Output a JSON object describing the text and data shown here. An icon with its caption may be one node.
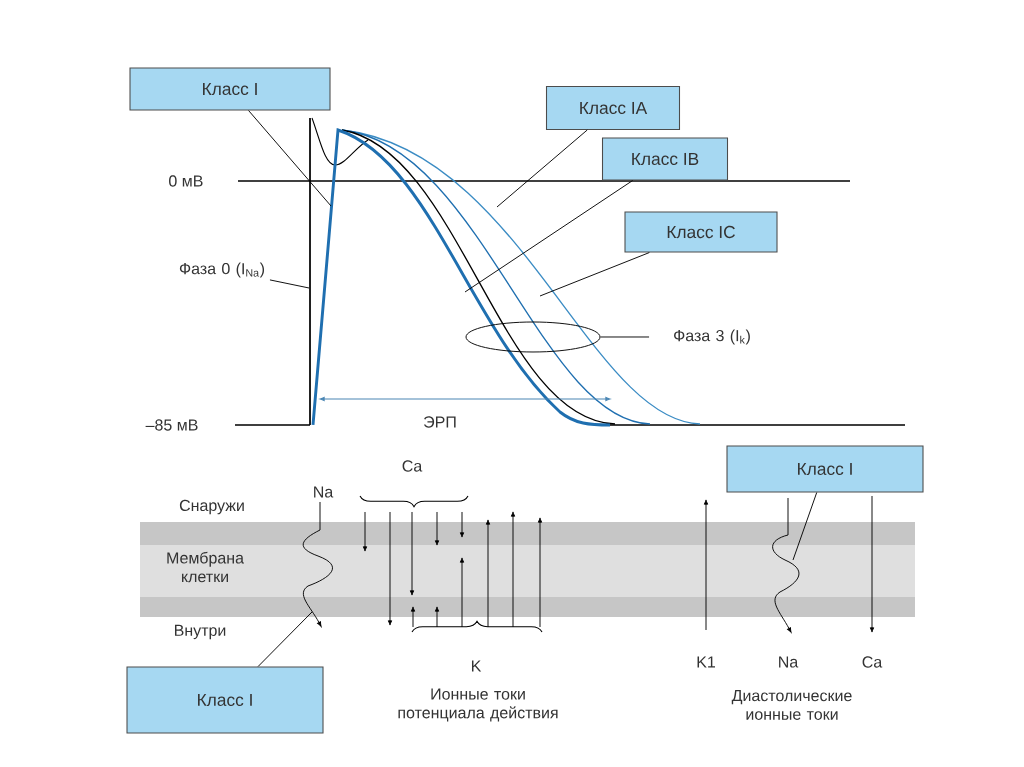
{
  "diagram": {
    "nodes": [
      {
        "text": [
          "Класс I"
        ]
      },
      {
        "text": [
          "Класс IA"
        ]
      },
      {
        "text": [
          "Класс IB"
        ]
      },
      {
        "text": [
          "Класс IC"
        ]
      },
      {
        "text": [
          "Фаза 0 (I$_{Na}$)"
        ]
      },
      {
        "text": [
          "Фаза 3 (I$_{k}$)"
        ]
      },
      {
        "text": [],
        "shape": "ellipse"
      },
      {
        "text": [
          "Класс I"
        ]
      },
      {
        "text": [
          "Класс I"
        ]
      },
      {
        "text": [],
        "shape": "wave"
      },
      {
        "text": [],
        "shape": "wave"
      }
    ],
    "edges": [
      {
        "from": 0,
        "to": null,
        "arrow": "none"
      },
      {
        "from": 1,
        "to": null,
        "arrow": "none"
      },
      {
        "from": 2,
        "to": null,
        "arrow": "none"
      },
      {
        "from": 3,
        "to": null,
        "arrow": "none"
      },
      {
        "from": 4,
        "to": null,
        "arrow": "none"
      },
      {
        "from": 5,
        "to": 6,
        "arrow": "none"
      },
      {
        "from": 7,
        "to": 9,
        "arrow": "none"
      },
      {
        "from": 8,
        "to": 10,
        "arrow": "none"
      }
    ],
    "labels": [
      "0 мВ",
      "–85 мВ",
      "ЭРП",
      "Снаружи",
      "Na",
      "Ca",
      "Мембрана клетки",
      "Внутри",
      "K",
      "Ионные токи потенциала действия",
      "K1",
      "Na",
      "Ca",
      "Диастолические ионные токи"
    ]
  }
}
